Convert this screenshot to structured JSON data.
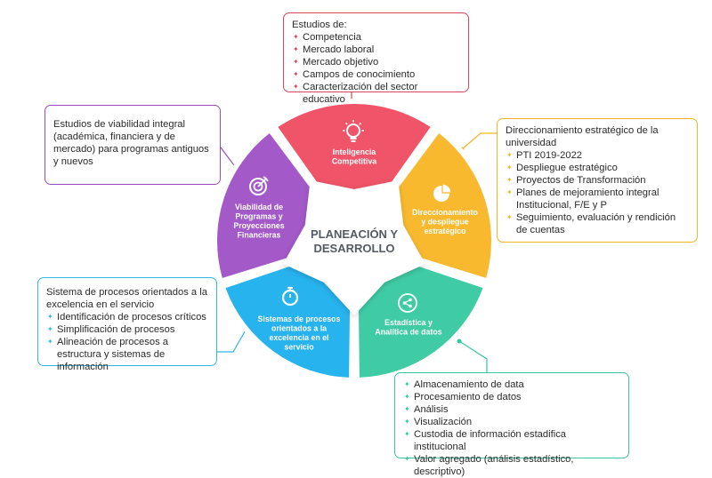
{
  "center": {
    "line1": "PLANEACIÓN Y",
    "line2": "DESARROLLO"
  },
  "colors": {
    "red": "#ef5468",
    "yellow": "#f8b92e",
    "green": "#3fcca4",
    "blue": "#27b3ee",
    "purple": "#a359c8",
    "center_text": "#555a63"
  },
  "segments": [
    {
      "lines": [
        "Inteligencia",
        "Competitiva"
      ],
      "icon": "lightbulb-icon"
    },
    {
      "lines": [
        "Direccionamiento",
        "y despliegue",
        "estratégico"
      ],
      "icon": "pie-chart-icon"
    },
    {
      "lines": [
        "Estadística y",
        "Analítica de datos"
      ],
      "icon": "share-icon"
    },
    {
      "lines": [
        "Sistemas de procesos",
        "orientados a la",
        "excelencia en el",
        "servicio"
      ],
      "icon": "stopwatch-icon"
    },
    {
      "lines": [
        "Viabilidad de",
        "Programas y",
        "Proyecciones",
        "Financieras"
      ],
      "icon": "target-icon"
    }
  ],
  "boxes": {
    "top": {
      "head": "Estudios de:",
      "items": [
        "Competencia",
        "Mercado laboral",
        "Mercado objetivo",
        "Campos de conocimiento",
        "Caracterización del sector educativo"
      ]
    },
    "left": {
      "head": "Estudios de viabilidad integral (académica, financiera y de mercado) para programas antiguos y nuevos"
    },
    "right": {
      "head": "Direccionamiento estratégico de la universidad",
      "items": [
        "PTI 2019-2022",
        "Despliegue estratégico",
        "Proyectos de Transformación",
        "Planes de mejoramiento integral Institucional,  F/E y P",
        "Seguimiento, evaluación y rendición de cuentas"
      ]
    },
    "bottom_left": {
      "head": "Sistema de procesos orientados a la excelencia en el servicio",
      "items": [
        "Identificación de procesos críticos",
        "Simplificación de procesos",
        "Alineación de procesos a estructura y sistemas de información"
      ]
    },
    "bottom_right": {
      "items": [
        "Almacenamiento de data",
        "Procesamiento de datos",
        "Análisis",
        "Visualización",
        "Custodia de información estadifica institucional",
        "Valor agregado (análisis estadístico, descriptivo)"
      ]
    }
  }
}
